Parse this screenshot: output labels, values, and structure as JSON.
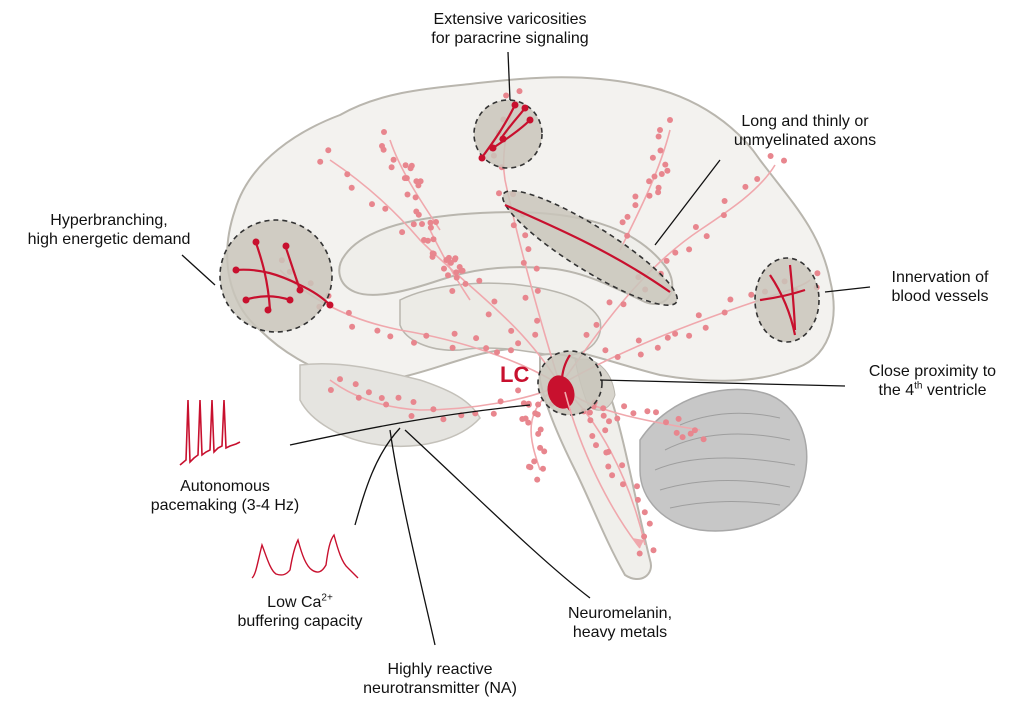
{
  "labels": {
    "varicosities": [
      "Extensive varicosities",
      "for paracrine signaling"
    ],
    "axons": [
      "Long and thinly or",
      "unmyelinated axons"
    ],
    "hyperbranching": [
      "Hyperbranching,",
      "high energetic demand"
    ],
    "blood_vessels": [
      "Innervation of",
      "blood vessels"
    ],
    "ventricle": {
      "line1": "Close proximity to",
      "pre": "the 4",
      "sup": "th",
      "post": " ventricle"
    },
    "pacemaking": [
      "Autonomous",
      "pacemaking (3-4 Hz)"
    ],
    "calcium": {
      "pre": "Low Ca",
      "sup": "2+",
      "line2": "buffering capacity"
    },
    "neurotransmitter": [
      "Highly reactive",
      "neurotransmitter (NA)"
    ],
    "neuromelanin": [
      "Neuromelanin,",
      "heavy metals"
    ],
    "lc": "LC"
  },
  "colors": {
    "brain_fill": "#f3f2ef",
    "brain_outline": "#b9b6ae",
    "fiber_light": "#f0a8ad",
    "fiber_dark": "#c8102e",
    "highlight_fill": "#c9c5bb",
    "cerebellum_gray": "#c7c7c7"
  }
}
